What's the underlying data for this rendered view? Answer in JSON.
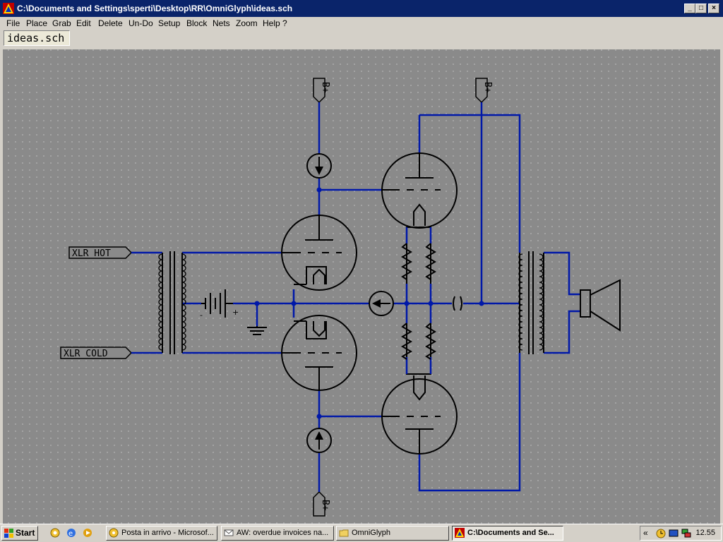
{
  "window": {
    "title": "C:\\Documents and Settings\\sperti\\Desktop\\RR\\OmniGlyph\\ideas.sch",
    "minimize": "_",
    "maximize": "□",
    "close": "×"
  },
  "menu": [
    "File",
    "Place",
    "Grab",
    "Edit",
    "Delete",
    "Un-Do",
    "Setup",
    "Block",
    "Nets",
    "Zoom",
    "Help ?"
  ],
  "document_tab": "ideas.sch",
  "schematic": {
    "labels": {
      "xlr_hot": "XLR HOT",
      "xlr_cold": "XLR COLD",
      "supply_top_left": "B+",
      "supply_top_right": "B+",
      "supply_bottom": "B+"
    },
    "battery_minus": "-",
    "battery_plus": "+"
  },
  "taskbar": {
    "start": "Start",
    "tasks": [
      "Posta in arrivo - Microsof...",
      "AW: overdue invoices na...",
      "OmniGlyph",
      "C:\\Documents and Se..."
    ],
    "tray_chevron": "«",
    "clock": "12.55"
  }
}
